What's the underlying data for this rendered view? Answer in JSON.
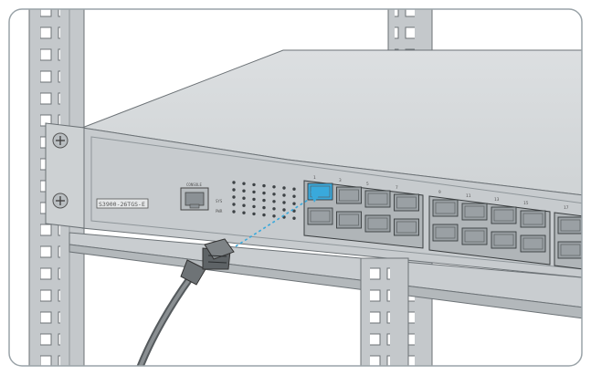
{
  "switch": {
    "model_label": "S3900-26TGS-E",
    "console_label": "CONSOLE",
    "led_labels": [
      "SYS",
      "PWR"
    ]
  },
  "port_numbers": {
    "group1": [
      "1",
      "3",
      "5",
      "7"
    ],
    "group2": [
      "9",
      "11",
      "13",
      "15"
    ],
    "group3": [
      "17"
    ]
  },
  "colors": {
    "frame_stroke": "#9aa3a8",
    "rack": "#c4c8cb",
    "chassis_top": "#d5d8da",
    "chassis_front": "#c7cbce",
    "highlight_port": "#39a9dc",
    "cable": "#777b7e"
  },
  "icons": [
    "rack-rail-icon",
    "rack-screw-icon",
    "rj45-port-icon",
    "network-cable-icon",
    "insertion-arrow-icon"
  ]
}
